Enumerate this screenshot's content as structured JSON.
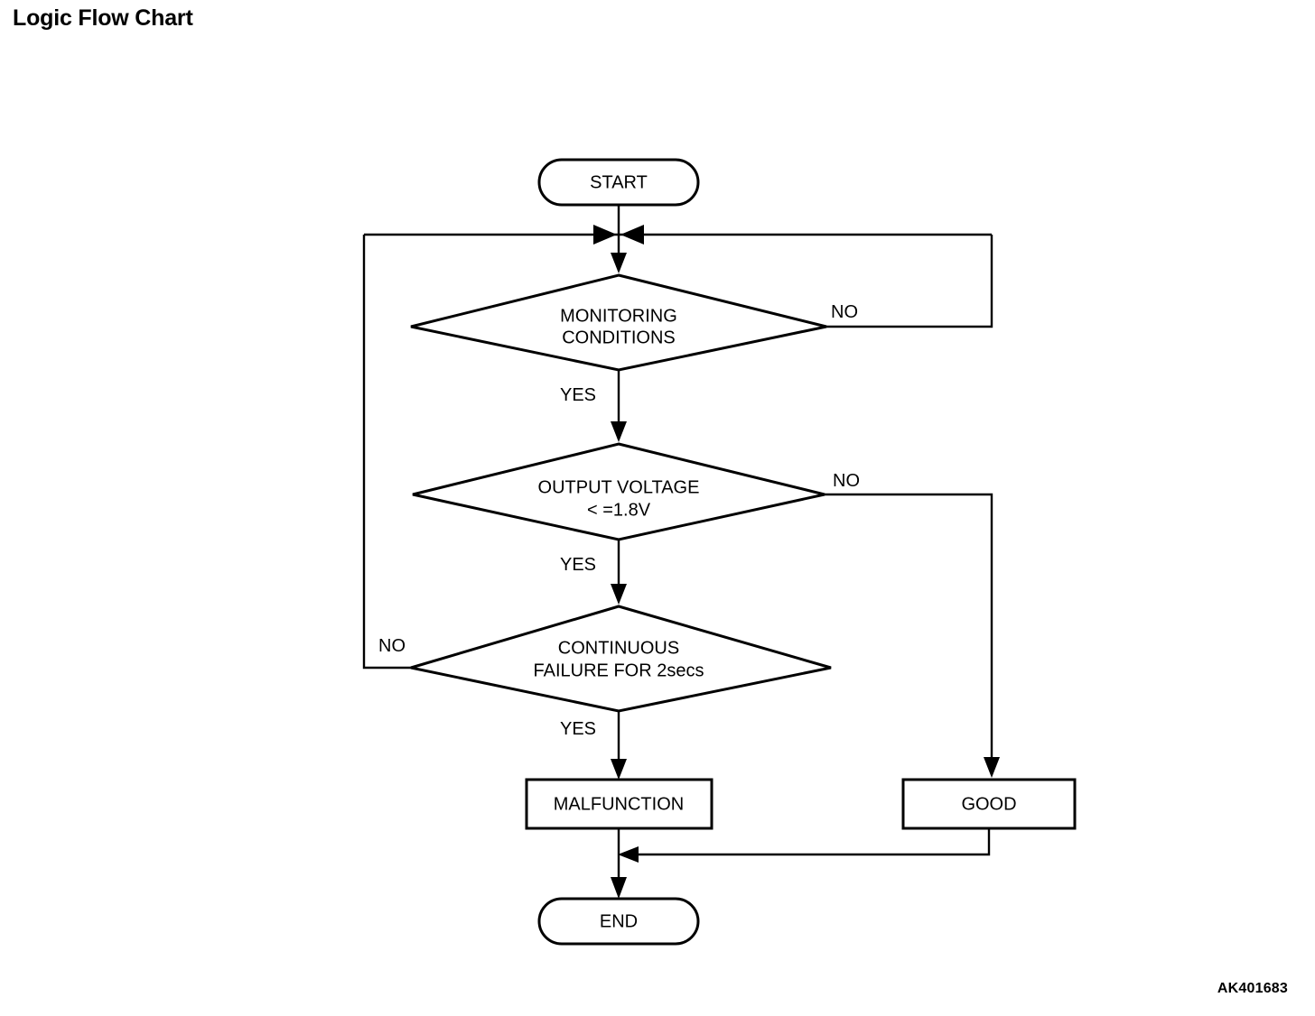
{
  "page": {
    "title": "Logic Flow Chart",
    "figure_code": "AK401683",
    "background_color": "#ffffff",
    "line_color": "#000000"
  },
  "chart_data": {
    "type": "diagram",
    "diagram_kind": "flowchart",
    "title": "Logic Flow Chart",
    "nodes": [
      {
        "id": "start",
        "shape": "terminator",
        "label": "START"
      },
      {
        "id": "monitoring",
        "shape": "decision",
        "label_line1": "MONITORING",
        "label_line2": "CONDITIONS"
      },
      {
        "id": "voltage",
        "shape": "decision",
        "label_line1": "OUTPUT VOLTAGE",
        "label_line2": "< =1.8V"
      },
      {
        "id": "continuous",
        "shape": "decision",
        "label_line1": "CONTINUOUS",
        "label_line2": "FAILURE FOR 2secs"
      },
      {
        "id": "malfunction",
        "shape": "process",
        "label": "MALFUNCTION"
      },
      {
        "id": "good",
        "shape": "process",
        "label": "GOOD"
      },
      {
        "id": "end",
        "shape": "terminator",
        "label": "END"
      }
    ],
    "edges": [
      {
        "from": "start",
        "to": "monitoring",
        "label": ""
      },
      {
        "from": "monitoring",
        "to": "voltage",
        "label": "YES"
      },
      {
        "from": "monitoring",
        "to": "start-junction",
        "label": "NO"
      },
      {
        "from": "voltage",
        "to": "continuous",
        "label": "YES"
      },
      {
        "from": "voltage",
        "to": "good",
        "label": "NO"
      },
      {
        "from": "continuous",
        "to": "malfunction",
        "label": "YES"
      },
      {
        "from": "continuous",
        "to": "start-junction",
        "label": "NO"
      },
      {
        "from": "malfunction",
        "to": "end",
        "label": ""
      },
      {
        "from": "good",
        "to": "end",
        "label": ""
      }
    ]
  },
  "labels": {
    "start": "START",
    "monitoring_line1": "MONITORING",
    "monitoring_line2": "CONDITIONS",
    "voltage_line1": "OUTPUT VOLTAGE",
    "voltage_line2": "< =1.8V",
    "continuous_line1": "CONTINUOUS",
    "continuous_line2": "FAILURE FOR 2secs",
    "malfunction": "MALFUNCTION",
    "good": "GOOD",
    "end": "END",
    "yes_monitoring": "YES",
    "no_monitoring": "NO",
    "yes_voltage": "YES",
    "no_voltage": "NO",
    "yes_continuous": "YES",
    "no_continuous": "NO"
  }
}
